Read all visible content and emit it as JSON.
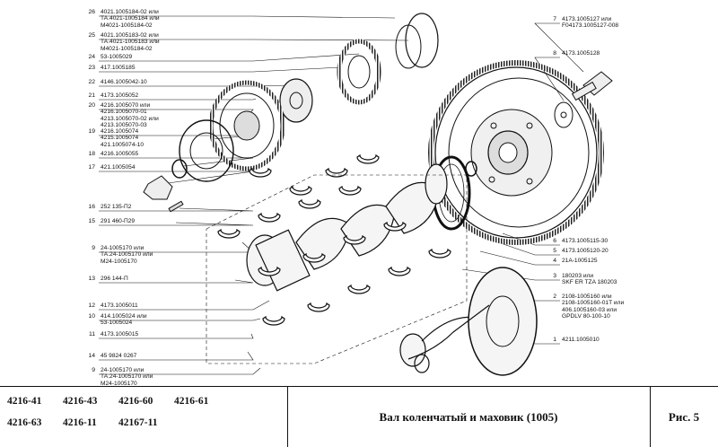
{
  "callouts_left": [
    {
      "id": "26",
      "lines": [
        "4021.1005184-02 или",
        "ТА.4021-1005184 или",
        "М4021-1005184-02"
      ]
    },
    {
      "id": "25",
      "lines": [
        "4021.1005183-02 или",
        "ТА.4021-1005183 или",
        "М4021-1005184-02"
      ]
    },
    {
      "id": "24",
      "lines": [
        "53-1005029"
      ]
    },
    {
      "id": "23",
      "lines": [
        "417.1005185"
      ]
    },
    {
      "id": "22",
      "lines": [
        "4146.1005042-10"
      ]
    },
    {
      "id": "21",
      "lines": [
        "4173.1005052"
      ]
    },
    {
      "id": "20",
      "lines": [
        "4216.1005070 или",
        "4216.1005070-01",
        "4213.1005070-02 или",
        "4213.1005070-03"
      ]
    },
    {
      "id": "19",
      "lines": [
        "4216.1005074",
        "4215.1005074",
        "421.1005074-10"
      ]
    },
    {
      "id": "18",
      "lines": [
        "4216.1005055"
      ]
    },
    {
      "id": "17",
      "lines": [
        "421.1005054"
      ]
    },
    {
      "id": "16",
      "lines": [
        "252 135-П2"
      ]
    },
    {
      "id": "15",
      "lines": [
        "291 460-П29"
      ]
    },
    {
      "id": "9",
      "lines": [
        "24-1005170 или",
        "ТА.24-1005170 или",
        "М24-1005170"
      ]
    },
    {
      "id": "13",
      "lines": [
        "296 144-П"
      ]
    },
    {
      "id": "12",
      "lines": [
        "4173.1005011"
      ]
    },
    {
      "id": "10",
      "lines": [
        "414.1005024 или",
        "53-1005024"
      ]
    },
    {
      "id": "11",
      "lines": [
        "4173.1005015"
      ]
    },
    {
      "id": "14",
      "lines": [
        "45 9824 0267"
      ]
    },
    {
      "id": "9",
      "lines": [
        "24-1005170 или",
        "ТА.24-1005170 или",
        "М24-1005170"
      ]
    }
  ],
  "callouts_right": [
    {
      "id": "7",
      "lines": [
        "4173.1005127 или",
        "F04173.1005127-008"
      ]
    },
    {
      "id": "8",
      "lines": [
        "4173.1005128"
      ]
    },
    {
      "id": "6",
      "lines": [
        "4173.1005115-30"
      ]
    },
    {
      "id": "5",
      "lines": [
        "4173.1005120-20"
      ]
    },
    {
      "id": "4",
      "lines": [
        "21А-1005125"
      ]
    },
    {
      "id": "3",
      "lines": [
        "180203 или",
        "SKF ER TZA 180203"
      ]
    },
    {
      "id": "2",
      "lines": [
        "2108-1005160 или",
        "2108-1005160-01Т или",
        "406.1005160-03 или",
        "GPDLV 80-100-10"
      ]
    },
    {
      "id": "1",
      "lines": [
        "4211.1005010"
      ]
    }
  ],
  "models": [
    "4216-41",
    "4216-43",
    "4216-60",
    "4216-61",
    "4216-63",
    "4216-11",
    "42167-11"
  ],
  "title": "Вал коленчатый и маховик (1005)",
  "figure": "Рис. 5"
}
